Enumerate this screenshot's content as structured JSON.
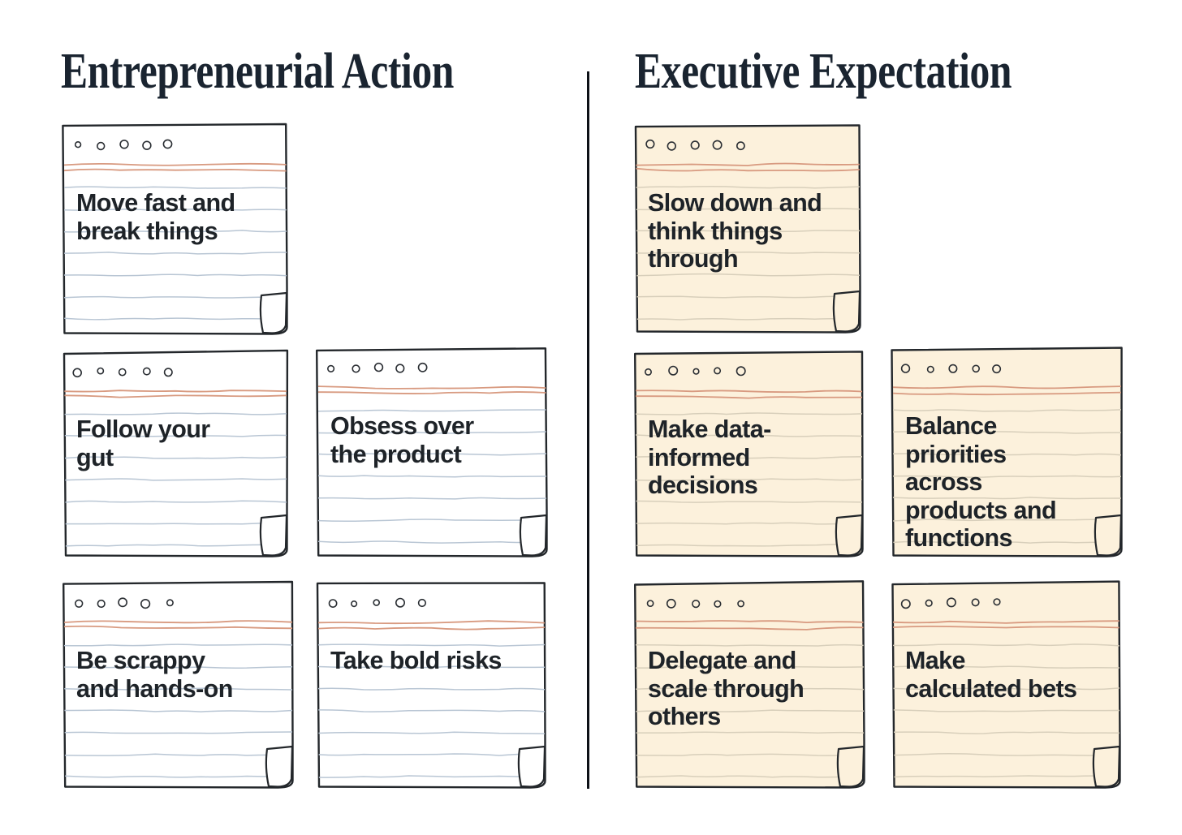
{
  "page": {
    "background_color": "#ffffff",
    "divider_color": "#0d1117"
  },
  "columns": [
    {
      "id": "entrepreneurial",
      "title": "Entrepreneurial Action",
      "paper_color": "#ffffff",
      "rule_color": "#b9c6d4",
      "margin_line_color": "#d89a80",
      "outline_color": "#23272b",
      "notes": [
        {
          "text": "Move fast and\nbreak things"
        },
        {
          "text": "Follow your\ngut"
        },
        {
          "text": "Obsess over\nthe product"
        },
        {
          "text": "Be scrappy\nand hands-on"
        },
        {
          "text": "Take bold risks"
        }
      ]
    },
    {
      "id": "executive",
      "title": "Executive Expectation",
      "paper_color": "#fcf1dc",
      "rule_color": "#d8cfbb",
      "margin_line_color": "#d89a80",
      "outline_color": "#23272b",
      "notes": [
        {
          "text": "Slow down and\nthink things\nthrough"
        },
        {
          "text": "Make data-\ninformed\ndecisions"
        },
        {
          "text": "Balance\npriorities\nacross\nproducts and\nfunctions"
        },
        {
          "text": "Delegate and\nscale through\nothers"
        },
        {
          "text": "Make\ncalculated bets"
        }
      ]
    }
  ],
  "note_icon": {
    "punch_hole": "punch-hole-icon",
    "folded_corner": "folded-corner-icon",
    "hole_count": 5
  }
}
